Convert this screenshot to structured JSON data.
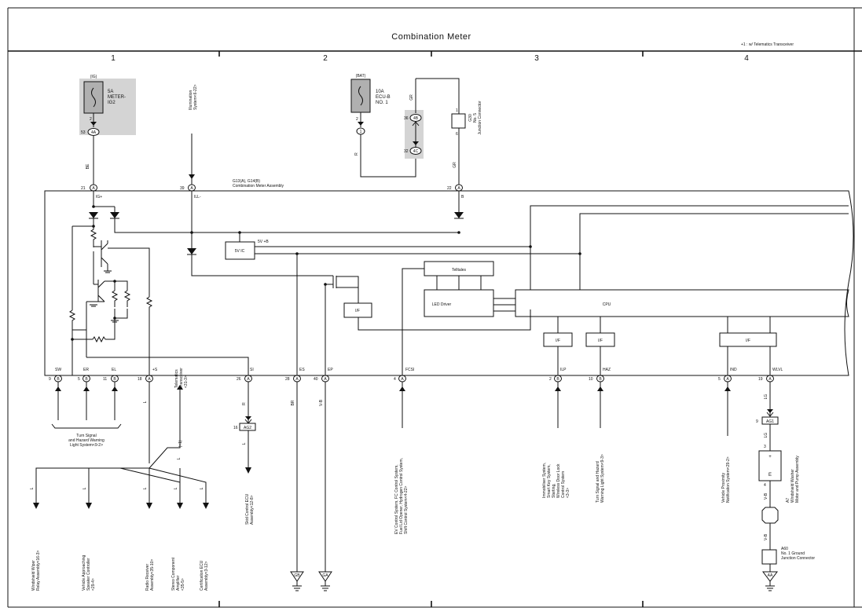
{
  "title": "Combination Meter",
  "note": "+1 : w/ Telematics Transceiver",
  "columns": [
    "1",
    "2",
    "3",
    "4"
  ],
  "fuses": {
    "ig": {
      "supply": "(IG)",
      "rating": "5A",
      "name1": "METER-",
      "name2": "IG2",
      "pin": "2",
      "conn_pin": "53",
      "conn": "4A"
    },
    "bat": {
      "supply": "(BAT)",
      "rating": "10A",
      "name1": "ECU-B",
      "name2": "NO. 1",
      "pin": "2",
      "conn": "1"
    }
  },
  "junction": {
    "pin_top": "36",
    "conn_top": "4B",
    "pin_bot": "32",
    "conn_bot": "4C",
    "wire": "GR"
  },
  "g30": {
    "p1": "1",
    "p2": "6",
    "label1": "G30",
    "label2": "No. 5",
    "label3": "Junction Connector"
  },
  "illumination": {
    "label1": "Illumination",
    "label2": "System<6-22>"
  },
  "assembly": {
    "line1": "G13(A), G14(B)",
    "line2": "Combination Meter Assembly"
  },
  "wires": {
    "be": "BE",
    "r": "R",
    "gr": "GR",
    "l": "L",
    "br": "BR",
    "vb": "V-B",
    "lg": "LG"
  },
  "top_pins": [
    {
      "num": "21",
      "conn": "A",
      "sig": "IG+"
    },
    {
      "num": "39",
      "conn": "A",
      "sig": "ILL-"
    },
    {
      "num": "22",
      "conn": "A",
      "sig": "B"
    }
  ],
  "blocks": {
    "fivev": "5V IC",
    "fivevb": "5V +B",
    "telltales": "Telltales",
    "led": "LED Driver",
    "cpu": "CPU",
    "if": "I/F"
  },
  "bottom_pins": [
    {
      "num": "9",
      "conn": "B",
      "sig": "SW"
    },
    {
      "num": "5",
      "conn": "B",
      "sig": "ER"
    },
    {
      "num": "11",
      "conn": "B",
      "sig": "EL"
    },
    {
      "num": "18",
      "conn": "A",
      "sig": "+S"
    },
    {
      "num": "26",
      "conn": "A",
      "sig": "SI"
    },
    {
      "num": "28",
      "conn": "A",
      "sig": "ES"
    },
    {
      "num": "40",
      "conn": "A",
      "sig": "EP"
    },
    {
      "num": "4",
      "conn": "A",
      "sig": "FCSI"
    },
    {
      "num": "2",
      "conn": "B",
      "sig": "ILP"
    },
    {
      "num": "10",
      "conn": "B",
      "sig": "HAZ"
    },
    {
      "num": "5",
      "conn": "A",
      "sig": "IND"
    },
    {
      "num": "19",
      "conn": "A",
      "sig": "WLVL"
    }
  ],
  "ag2": {
    "pin": "16",
    "conn": "AG2",
    "ecu1": "Skid Control ECU",
    "ecu2": "Assembly<12-8>"
  },
  "ag1": {
    "pin": "9",
    "conn": "AG1"
  },
  "a7": {
    "p3": "3",
    "p4": "4",
    "plus": "+",
    "e": "E",
    "label1": "A7",
    "label2": "Windshield Washer",
    "label3": "Motor and Pump Assembly"
  },
  "a60": {
    "label1": "A60",
    "label2": "No. 1 Ground",
    "label3": "Junction Connector"
  },
  "grounds": [
    "GB",
    "GA",
    "AA"
  ],
  "plus1": "(+1)",
  "destinations": {
    "turn_signal": [
      "Turn Signal",
      "and Hazard Warning",
      "Light System<9-2>"
    ],
    "telematics": [
      "Telematics",
      "Transceiver",
      "<31-3>"
    ],
    "windshield": [
      "Windshield Wiper",
      "Relay Assembly<16-3>"
    ],
    "vehicle_speaker": [
      "Vehicle Approaching",
      "Speaker Controller",
      "<29-4>"
    ],
    "radio": [
      "Radio Receiver",
      "Assembly<35-10>"
    ],
    "stereo": [
      "Stereo Component",
      "Amplifier",
      "<35-5>"
    ],
    "cert": [
      "Certification ECU",
      "Assembly<3-12>"
    ],
    "ev_control": [
      "EV Control System, FC Control System,",
      "Fuel Lid Opener, Hydrogen Control System,",
      "Shift Control System<4-22>"
    ],
    "immobiliser": [
      "Immobiliser System,",
      "Smart Key System,",
      "Starting,",
      "Wireless Door Lock",
      "Control System",
      "<3-3>"
    ],
    "turn_hazard": [
      "Turn Signal and Hazard",
      "Warning Light System<9-3>"
    ],
    "proximity": [
      "Vehicle Proximity",
      "Notification System<29-2>"
    ]
  }
}
